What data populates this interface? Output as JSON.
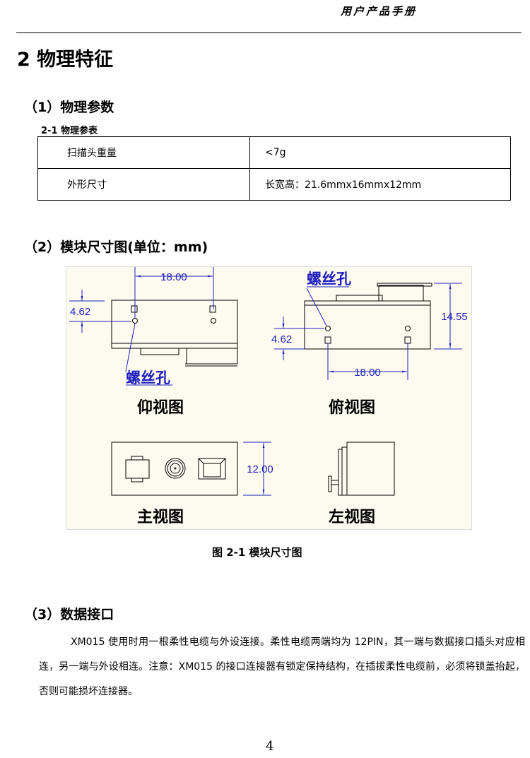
{
  "header": {
    "title": "用户产品手册"
  },
  "section": {
    "title": "2 物理特征"
  },
  "sub1": {
    "title": "（1）物理参数",
    "table_caption": "2-1 物理参表",
    "rows": [
      {
        "label": "扫描头重量",
        "value": "<7g"
      },
      {
        "label": "外形尺寸",
        "value": "长宽高：21.6mmx16mmx12mm"
      }
    ]
  },
  "sub2": {
    "title": "（2）模块尺寸图(单位：mm)"
  },
  "figure": {
    "caption": "图 2-1 模块尺寸图",
    "views": {
      "bottom": "仰视图",
      "top": "俯视图",
      "front": "主视图",
      "left": "左视图"
    },
    "screw_hole_label": "螺丝孔",
    "dims": {
      "spacing": "18.00",
      "offset": "4.62",
      "height": "14.55",
      "thickness": "12.00"
    }
  },
  "sub3": {
    "title": "（3）数据接口",
    "paragraph": "XM015 使用时用一根柔性电缆与外设连接。柔性电缆两端均为 12PIN，其一端与数据接口插头对应相连，另一端与外设相连。注意：XM015 的接口连接器有锁定保持结构，在插拔柔性电缆前，必须将锁盖抬起，否则可能损坏连接器。"
  },
  "footer": {
    "page_number": "4"
  }
}
